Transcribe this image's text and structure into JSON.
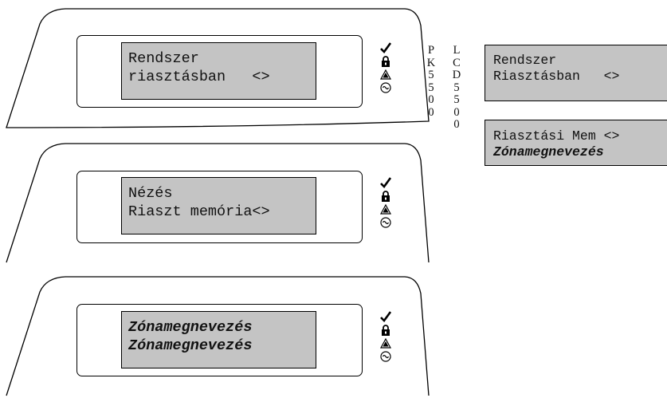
{
  "keypads": [
    {
      "lines": [
        "Rendszer",
        "riasztásban   <>"
      ],
      "style": "normal"
    },
    {
      "lines": [
        "Nézés",
        "Riaszt memória<>"
      ],
      "style": "normal"
    },
    {
      "lines": [
        "Zónamegnevezés",
        "Zónamegnevezés"
      ],
      "style": "bold-italic"
    }
  ],
  "indicator_icons": [
    "checkmark-icon",
    "padlock-icon",
    "warning-triangle-icon",
    "ac-power-icon"
  ],
  "model_labels": {
    "pk5500": [
      "P",
      "K",
      "5",
      "5",
      "0",
      "0"
    ],
    "lcd5500": [
      "L",
      "C",
      "D",
      "5",
      "5",
      "0",
      "0"
    ]
  },
  "lcd5500_screens": [
    {
      "line1": "Rendszer",
      "line2": "Riasztásban   <>",
      "line2_style": "normal"
    },
    {
      "line1": "Riasztási Mem <>",
      "line2": "Zónamegnevezés",
      "line2_style": "bold-italic"
    }
  ]
}
